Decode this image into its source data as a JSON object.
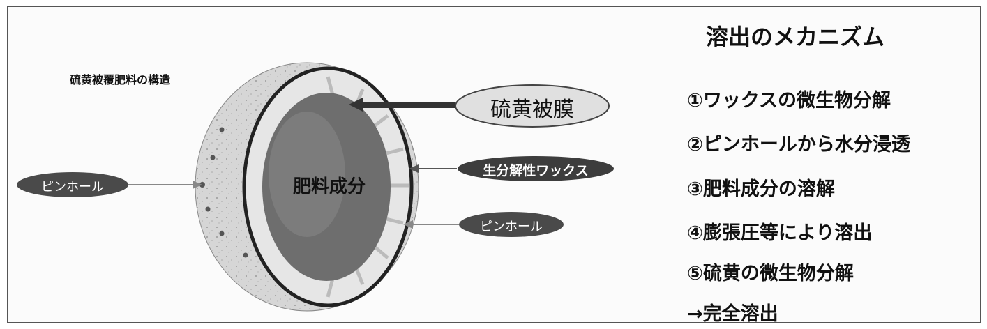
{
  "diagram": {
    "structure_title": "硫黄被覆肥料の構造",
    "core_label": "肥料成分",
    "callouts": {
      "sulfur_coating": "硫黄被膜",
      "wax": "生分解性ワックス",
      "pinhole_right": "ピンホール",
      "pinhole_left": "ピンホール"
    }
  },
  "mechanism": {
    "title": "溶出のメカニズム",
    "steps": [
      "①ワックスの微生物分解",
      "②ピンホールから水分浸透",
      "③肥料成分の溶解",
      "④膨張圧等により溶出",
      "⑤硫黄の微生物分解",
      "→完全溶出"
    ]
  },
  "colors": {
    "core": "#6e6e6e",
    "coating": "#d8d8d8",
    "pill_dark": "#4a4a4a",
    "pill_light": "#d9d9d9"
  }
}
